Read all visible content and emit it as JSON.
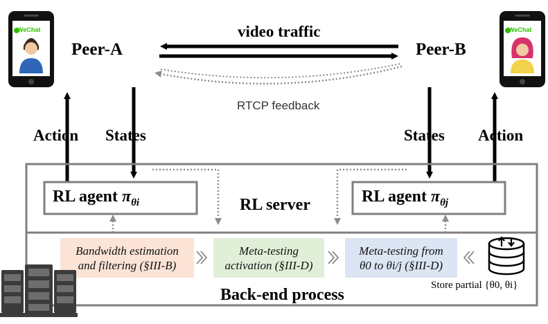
{
  "top": {
    "peer_a": "Peer-A",
    "peer_b": "Peer-B",
    "video_traffic": "video traffic",
    "rtcp_feedback": "RTCP feedback"
  },
  "left_phone": {
    "brand": "WeChat"
  },
  "right_phone": {
    "brand": "WeChat"
  },
  "flows": {
    "action_left": "Action",
    "states_left": "States",
    "states_right": "States",
    "action_right": "Action"
  },
  "server": {
    "agent_left_prefix": "RL agent",
    "agent_left_pi": "π",
    "agent_left_sub": "θi",
    "title": "RL server",
    "agent_right_prefix": "RL agent",
    "agent_right_pi": "π",
    "agent_right_sub": "θj"
  },
  "backend": {
    "step1_line1": "Bandwidth estimation",
    "step1_line2": "and filtering (§III-B)",
    "step2_line1": "Meta-testing",
    "step2_line2": "activation (§III-D)",
    "step3_line1": "Meta-testing from",
    "step3_line2": "θ0 to θi/j (§III-D)",
    "store_label": "Store partial {θ0, θi}",
    "title": "Back-end process"
  },
  "colors": {
    "step1_bg": "#fbe3d6",
    "step2_bg": "#e1efd8",
    "step3_bg": "#dbe5f3",
    "frame": "#7f7f7f",
    "wechat_green": "#2dc100"
  }
}
